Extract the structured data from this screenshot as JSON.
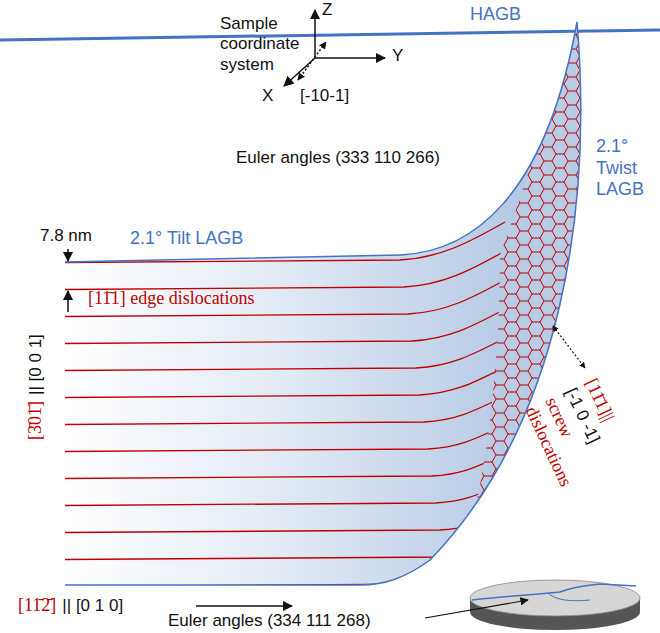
{
  "diagram": {
    "labels": [
      "HAGB",
      "Z",
      "Sample coordinate system",
      "Y",
      "X",
      "[-10-1]",
      "Euler angles (333 110 266)",
      "7.8 nm",
      "2.1° Tilt LAGB",
      "2.1° Twist LAGB",
      "[11̄1] edge dislocations",
      "[3̄01̄]",
      "|| [0 0 1]",
      "[11̄1]||",
      "[-1 0 -1]",
      "screw dislocations",
      "[11̄2̄]",
      "|| [0 1 0]",
      "Euler angles (334 111 268)"
    ]
  }
}
